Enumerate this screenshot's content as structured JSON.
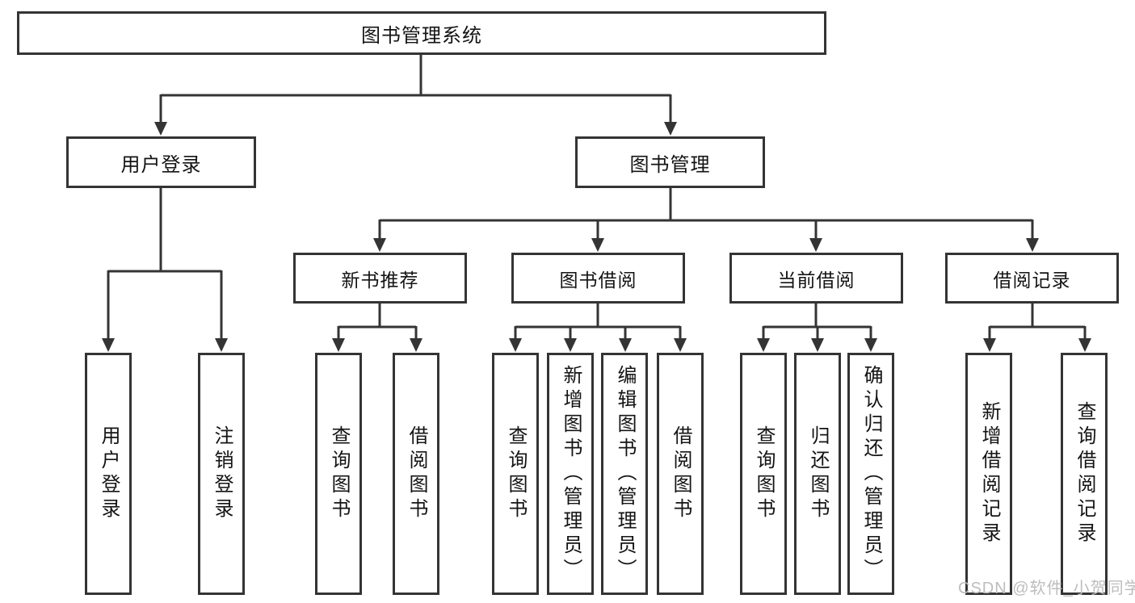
{
  "diagram": {
    "title": "图书管理系统",
    "type": "hierarchy-tree",
    "colors": {
      "line": "#343434",
      "border": "#343434",
      "text": "#141414",
      "background": "#ffffff",
      "watermark_text_color": "#bdbdbd"
    }
  },
  "tree": {
    "label": "图书管理系统",
    "children": [
      {
        "label": "用户登录",
        "children": [
          {
            "label": "用户登录"
          },
          {
            "label": "注销登录"
          }
        ]
      },
      {
        "label": "图书管理",
        "children": [
          {
            "label": "新书推荐",
            "children": [
              {
                "label": "查询图书"
              },
              {
                "label": "借阅图书"
              }
            ]
          },
          {
            "label": "图书借阅",
            "children": [
              {
                "label": "查询图书"
              },
              {
                "label": "新增图书（管理员）"
              },
              {
                "label": "编辑图书（管理员）"
              },
              {
                "label": "借阅图书"
              }
            ]
          },
          {
            "label": "当前借阅",
            "children": [
              {
                "label": "查询图书"
              },
              {
                "label": "归还图书"
              },
              {
                "label": "确认归还（管理员）"
              }
            ]
          },
          {
            "label": "借阅记录",
            "children": [
              {
                "label": "新增借阅记录"
              },
              {
                "label": "查询借阅记录"
              }
            ]
          }
        ]
      }
    ]
  },
  "watermark": {
    "text": "CSDN @软件_小贺同学"
  }
}
